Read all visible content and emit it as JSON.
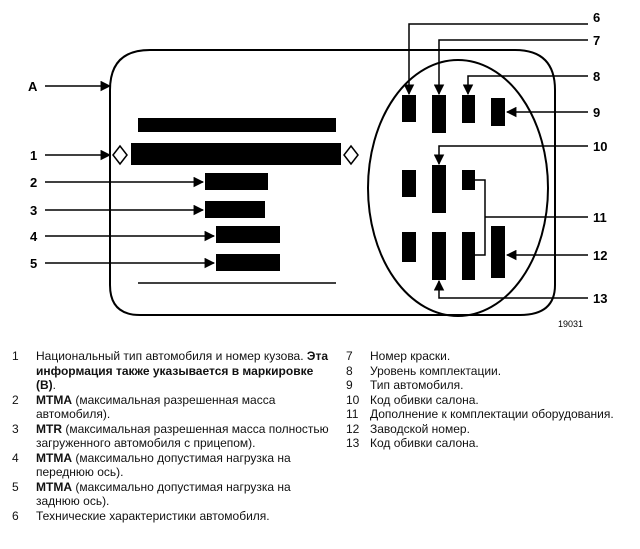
{
  "diagram": {
    "labels_left": [
      "A",
      "1",
      "2",
      "3",
      "4",
      "5"
    ],
    "labels_right": [
      "6",
      "7",
      "8",
      "9",
      "10",
      "11",
      "12",
      "13"
    ],
    "figure_code": "19031"
  },
  "legend_left": [
    {
      "num": "1",
      "text": "Национальный тип автомобиля и номер кузова.",
      "bold_note": "Эта информация также указывается в маркировке (B)",
      "tail": "."
    },
    {
      "num": "2",
      "abbr": "MTMA",
      "text": " (максимальная разрешенная масса автомобиля)."
    },
    {
      "num": "3",
      "abbr": "MTR",
      "text": " (максимальная разрешенная масса полностью загруженного автомобиля с прицепом)."
    },
    {
      "num": "4",
      "abbr": "MTMA",
      "text": " (максимально допустимая нагрузка на переднюю ось)."
    },
    {
      "num": "5",
      "abbr": "MTMA",
      "text": " (максимально допустимая нагрузка на заднюю ось)."
    },
    {
      "num": "6",
      "text": "Технические характеристики автомобиля."
    }
  ],
  "legend_right": [
    {
      "num": "7",
      "text": "Номер краски."
    },
    {
      "num": "8",
      "text": "Уровень комплектации."
    },
    {
      "num": "9",
      "text": "Тип автомобиля."
    },
    {
      "num": "10",
      "text": "Код обивки салона."
    },
    {
      "num": "11",
      "text": "Дополнение к комплектации оборудования."
    },
    {
      "num": "12",
      "text": "Заводской номер."
    },
    {
      "num": "13",
      "text": "Код обивки салона."
    }
  ]
}
